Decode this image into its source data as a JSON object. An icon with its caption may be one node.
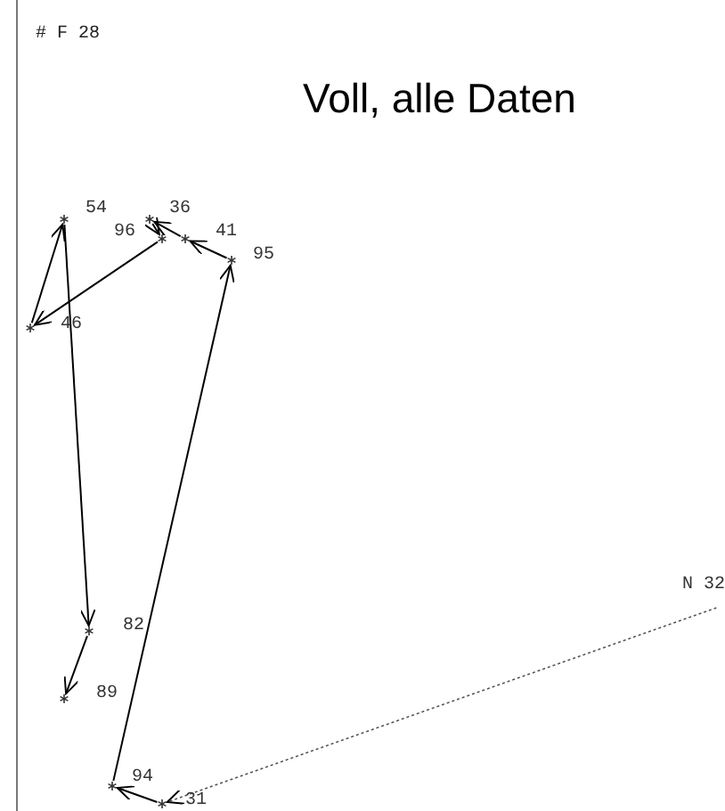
{
  "diagram": {
    "title": "Voll, alle Daten",
    "nodes": [
      {
        "text": [
          "54"
        ]
      },
      {
        "text": [
          "36"
        ]
      },
      {
        "text": [
          "96"
        ]
      },
      {
        "text": [
          "41"
        ]
      },
      {
        "text": [
          "95"
        ]
      },
      {
        "text": [
          "46"
        ]
      },
      {
        "text": [
          "82"
        ]
      },
      {
        "text": [
          "89"
        ]
      },
      {
        "text": [
          "94"
        ]
      },
      {
        "text": [
          "31"
        ]
      },
      {
        "text": [
          "N 32"
        ]
      }
    ],
    "edges": [
      {
        "from": 10,
        "to": 9,
        "arrow": "to",
        "style": "dashed"
      },
      {
        "from": 9,
        "to": 8,
        "arrow": "to"
      },
      {
        "from": 8,
        "to": 4,
        "arrow": "to"
      },
      {
        "from": 4,
        "to": 3,
        "arrow": "to"
      },
      {
        "from": 3,
        "to": 1,
        "arrow": "to"
      },
      {
        "from": 1,
        "to": 2,
        "arrow": "to"
      },
      {
        "from": 2,
        "to": 5,
        "arrow": "to"
      },
      {
        "from": 5,
        "to": 0,
        "arrow": "to"
      },
      {
        "from": 0,
        "to": 6,
        "arrow": "to"
      },
      {
        "from": 6,
        "to": 7,
        "arrow": "to"
      }
    ],
    "labels": [
      "# F 28"
    ]
  }
}
